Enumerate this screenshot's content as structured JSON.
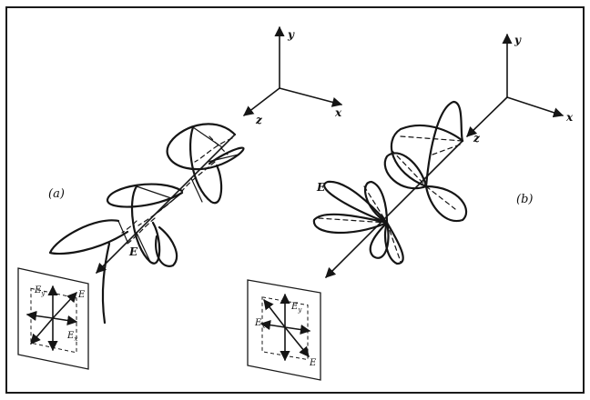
{
  "panel_a": {
    "label": "(a)",
    "axes": {
      "y": "y",
      "x": "x",
      "z": "z"
    },
    "field_label": "E",
    "inset": {
      "ey": "E",
      "ey_sub": "y",
      "ex": "E",
      "ex_sub": "x",
      "e": "E"
    }
  },
  "panel_b": {
    "label": "(b)",
    "axes": {
      "y": "y",
      "x": "x",
      "z": "z"
    },
    "field_label": "E",
    "inset": {
      "ey": "E",
      "ey_sub": "y",
      "ex": "E",
      "ex_sub": "x",
      "e": "E"
    }
  }
}
